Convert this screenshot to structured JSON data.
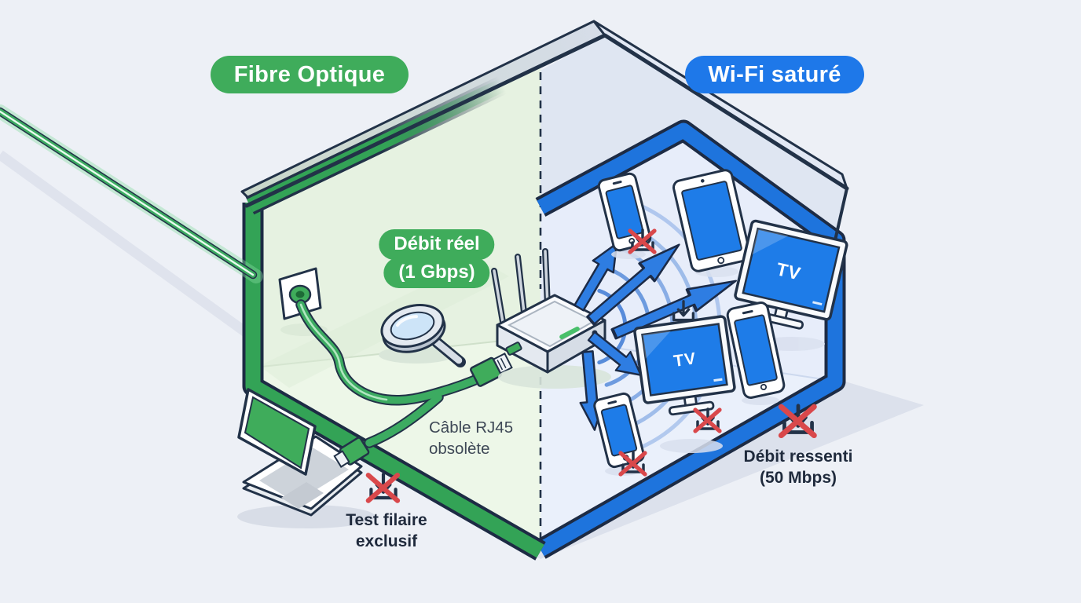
{
  "scene": {
    "title_left": "Fibre Optique",
    "title_right": "Wi-Fi saturé",
    "real_speed": {
      "line1": "Débit réel",
      "line2": "(1 Gbps)"
    },
    "cable_note": {
      "line1": "Câble RJ45",
      "line2": "obsolète"
    },
    "wired_test": {
      "line1": "Test filaire",
      "line2": "exclusif"
    },
    "perceived_speed": {
      "line1": "Débit ressenti",
      "line2": "(50 Mbps)"
    },
    "tv_label": "TV"
  },
  "colors": {
    "fiber_green": "#3fac5b",
    "frame_green": "#33a356",
    "wifi_blue": "#1e78e9",
    "frame_blue": "#1e74dd",
    "screen_blue": "#1e7ce8",
    "arrow_blue": "#2e7de2",
    "outline_navy": "#223248",
    "error_red": "#d9484b"
  }
}
